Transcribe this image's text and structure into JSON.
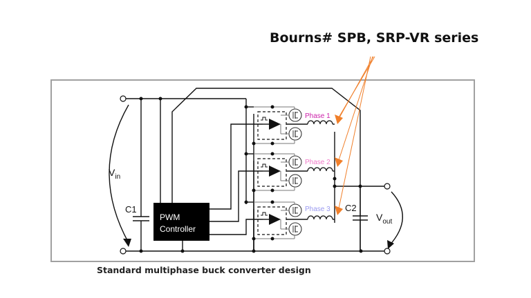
{
  "headline": "Bourns# SPB, SRP-VR series",
  "caption": "Standard multiphase buck converter design",
  "labels": {
    "vin_main": "V",
    "vin_sub": "in",
    "vout_main": "V",
    "vout_sub": "out",
    "c1": "C1",
    "c2": "C2",
    "pwm_line1": "PWM",
    "pwm_line2": "Controller"
  },
  "phases": [
    {
      "label": "Phase 1",
      "color": "#cc22aa"
    },
    {
      "label": "Phase 2",
      "color": "#f07ac8"
    },
    {
      "label": "Phase 3",
      "color": "#9a9af0"
    }
  ],
  "colors": {
    "arrow": "#f07f2a",
    "frame": "#a0a0a0",
    "wire": "#111111"
  }
}
